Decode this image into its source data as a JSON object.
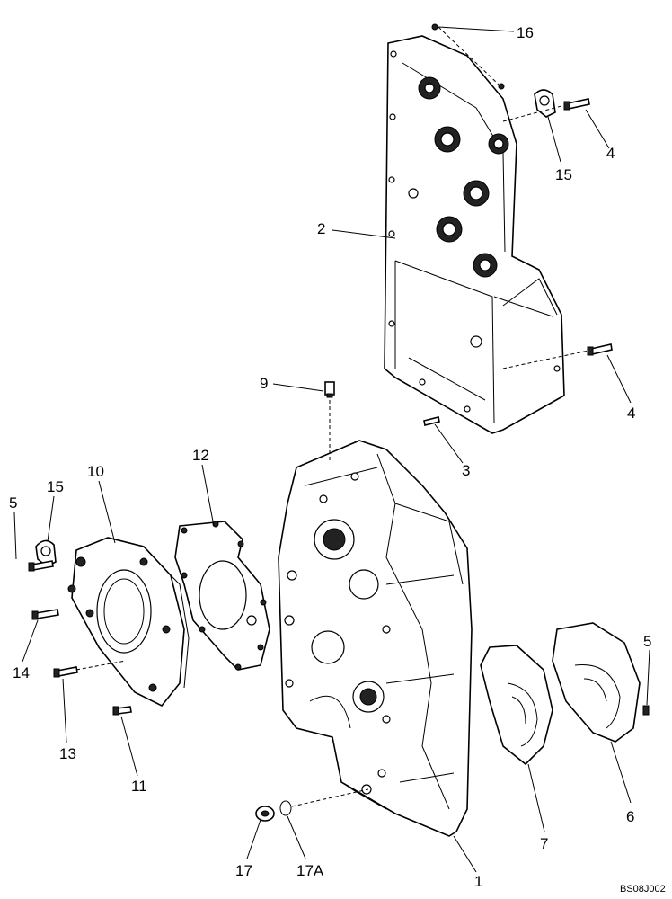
{
  "drawing_code": "BS08J002",
  "callouts": [
    {
      "id": "c1",
      "text": "1"
    },
    {
      "id": "c2",
      "text": "2"
    },
    {
      "id": "c3",
      "text": "3"
    },
    {
      "id": "c4a",
      "text": "4"
    },
    {
      "id": "c4b",
      "text": "4"
    },
    {
      "id": "c5a",
      "text": "5"
    },
    {
      "id": "c5b",
      "text": "5"
    },
    {
      "id": "c6",
      "text": "6"
    },
    {
      "id": "c7",
      "text": "7"
    },
    {
      "id": "c9",
      "text": "9"
    },
    {
      "id": "c10",
      "text": "10"
    },
    {
      "id": "c11",
      "text": "11"
    },
    {
      "id": "c12",
      "text": "12"
    },
    {
      "id": "c13",
      "text": "13"
    },
    {
      "id": "c14",
      "text": "14"
    },
    {
      "id": "c15a",
      "text": "15"
    },
    {
      "id": "c15b",
      "text": "15"
    },
    {
      "id": "c16",
      "text": "16"
    },
    {
      "id": "c17",
      "text": "17"
    },
    {
      "id": "c17a",
      "text": "17A"
    }
  ]
}
